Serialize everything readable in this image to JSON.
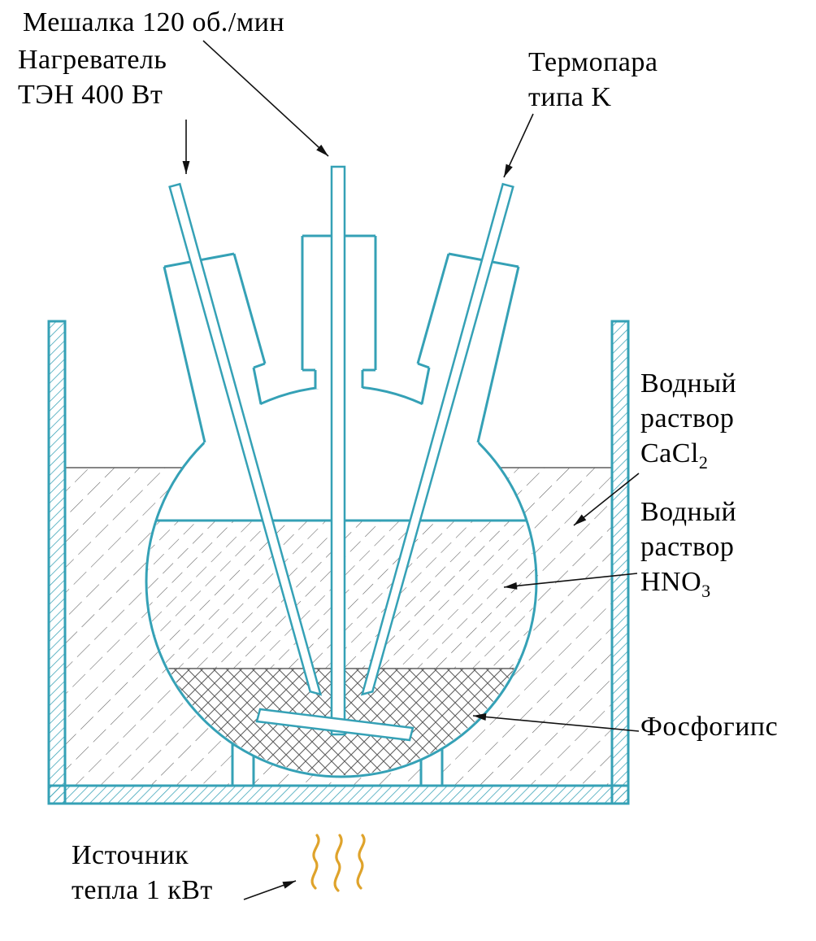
{
  "colors": {
    "apparatus": "#35a1b6",
    "leader": "#111111",
    "hatch": "#5f5f5f",
    "flame": "#dfa32b"
  },
  "icons": {
    "heat_source": "flame-icon"
  },
  "labels": {
    "stirrer": "Мешалка 120 об./мин",
    "heater": {
      "line1": "Нагреватель",
      "line2": "ТЭН 400 Вт"
    },
    "thermocouple": {
      "line1": "Термопара",
      "line2": "типа K"
    },
    "cacl2": {
      "line1": "Водный",
      "line2": "раствор",
      "formula": "CaCl",
      "formula_sub": "2"
    },
    "hno3": {
      "line1": "Водный",
      "line2": "раствор",
      "formula": "HNO",
      "formula_sub": "3"
    },
    "phosphogypsum": "Фосфогипс",
    "heat_source": {
      "line1": "Источник",
      "line2": "тепла 1 кВт"
    }
  }
}
